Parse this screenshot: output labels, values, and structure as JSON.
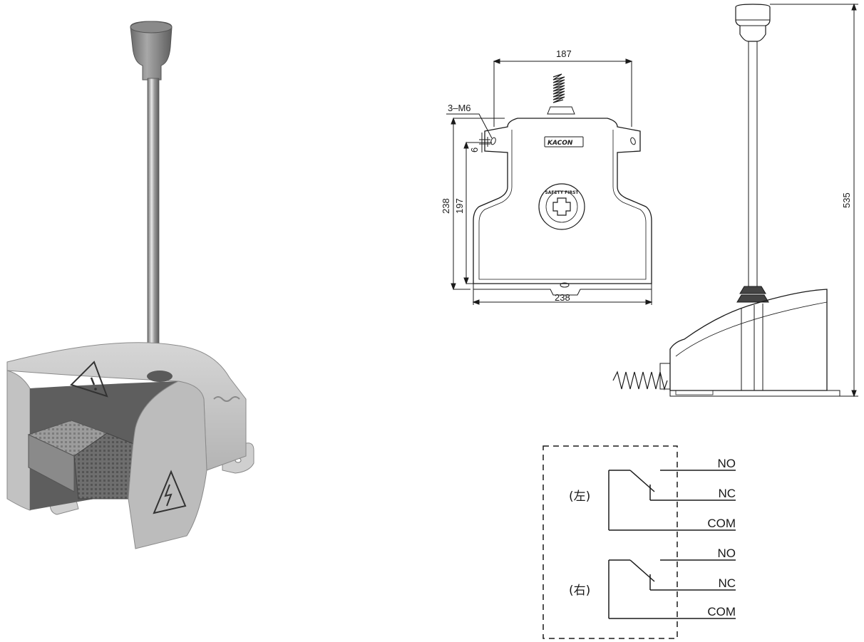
{
  "product_photo": {
    "knob_label": "",
    "warning_symbols": [
      "warning-triangle",
      "lightning-triangle"
    ]
  },
  "front_view": {
    "width_top": "187",
    "width_bottom": "238",
    "height_total": "238",
    "height_inner": "197",
    "hole_offset": "6",
    "mount_holes": "3–M6",
    "brand_logo": "KACON",
    "badge_text": "SAFETY FIRST"
  },
  "side_view": {
    "height": "535"
  },
  "wiring": {
    "switches": [
      {
        "label": "(左)",
        "terminals": [
          "NO",
          "NC",
          "COM"
        ]
      },
      {
        "label": "(右)",
        "terminals": [
          "NO",
          "NC",
          "COM"
        ]
      }
    ]
  }
}
